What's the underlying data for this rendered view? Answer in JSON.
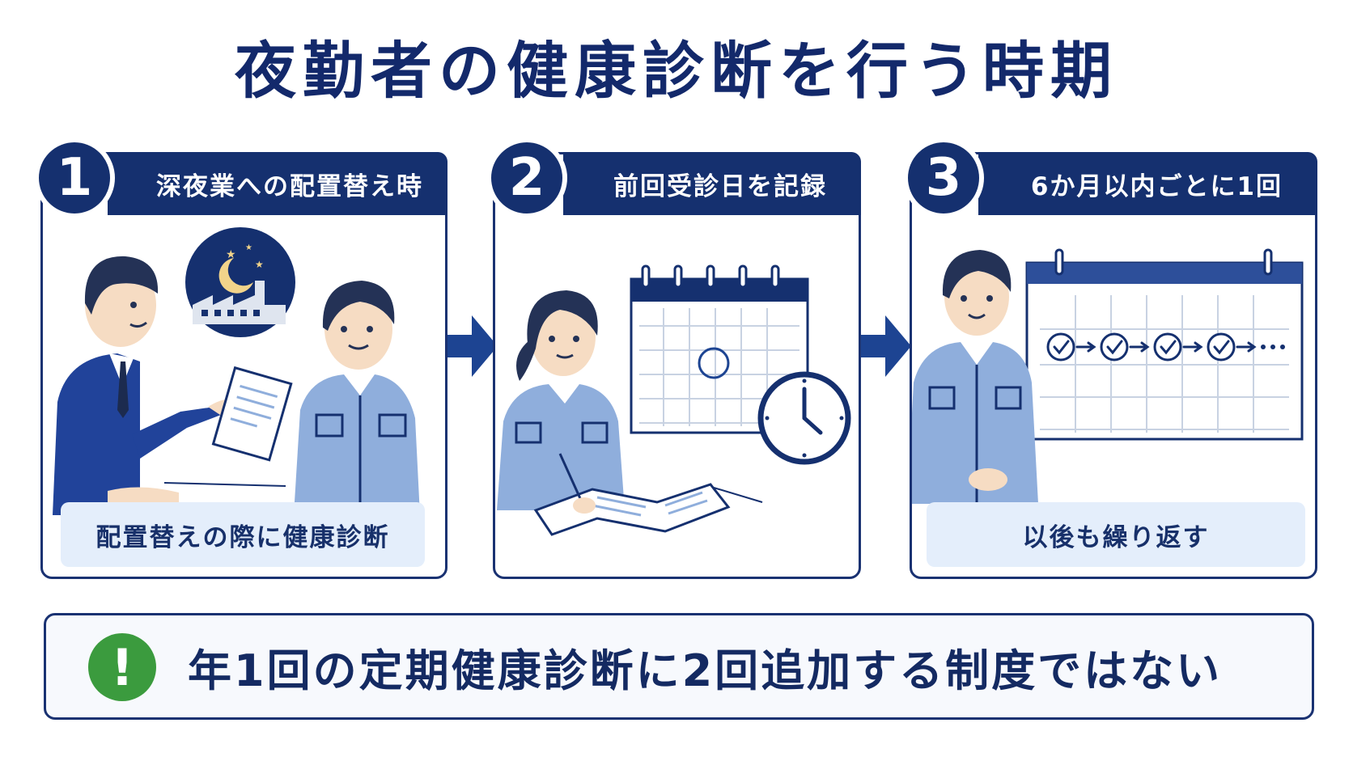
{
  "title": "夜勤者の健康診断を行う時期",
  "steps": [
    {
      "number": "1",
      "header": "深夜業への配置替え時",
      "caption": "配置替えの際に健康診断"
    },
    {
      "number": "2",
      "header": "前回受診日を記録",
      "caption": ""
    },
    {
      "number": "3",
      "header": "6か月以内ごとに1回",
      "caption": "以後も繰り返す"
    }
  ],
  "note": {
    "icon": "exclamation-icon",
    "text": "年1回の定期健康診断に2回追加する制度ではない"
  },
  "colors": {
    "navy": "#15306f",
    "light_blue": "#e4eefb",
    "uniform_blue": "#8faedc",
    "green": "#3b9b3e"
  }
}
